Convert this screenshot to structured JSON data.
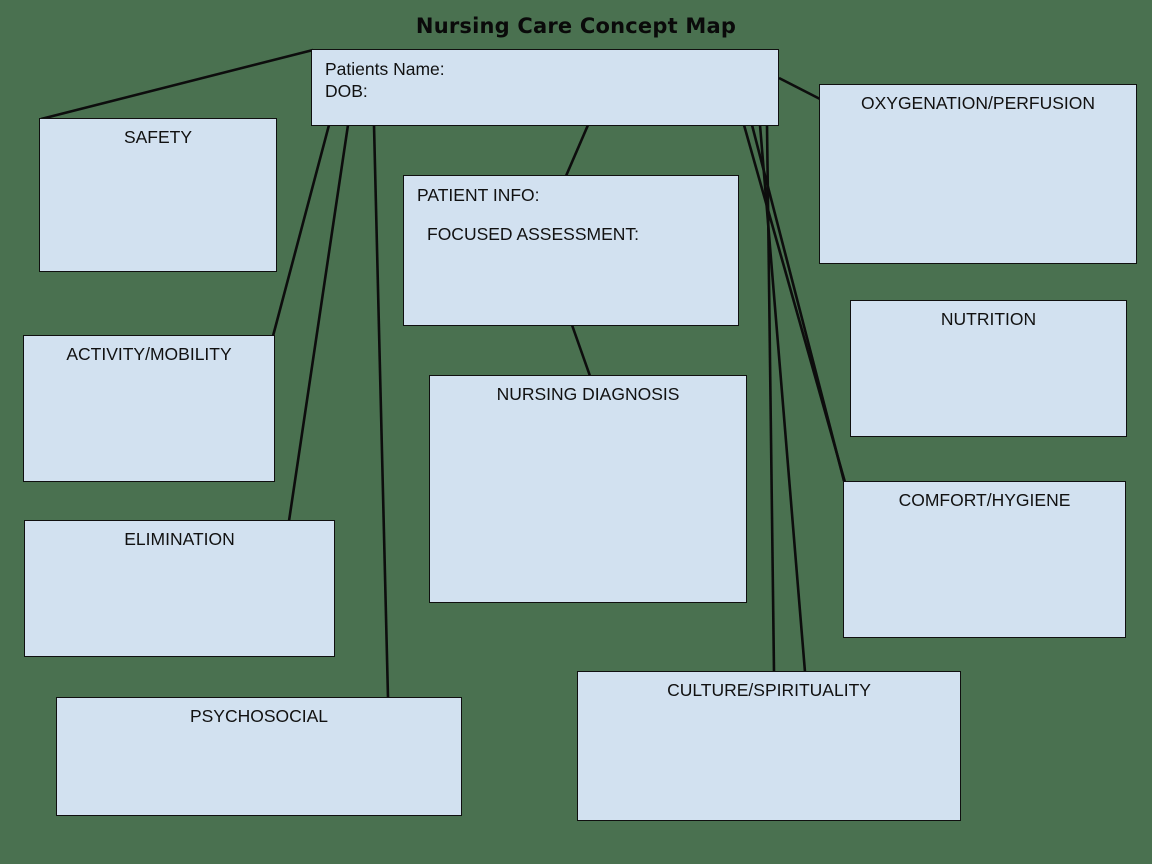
{
  "title": "Nursing Care Concept Map",
  "colors": {
    "background": "#4a7150",
    "node_fill": "#d2e1f0",
    "node_border": "#101010",
    "text": "#111111",
    "connector": "#0d0d0d"
  },
  "nodes": {
    "patient_header": {
      "line1": "Patients Name:",
      "line2": "DOB:"
    },
    "patient_info": {
      "line1": "PATIENT INFO:",
      "line2": "FOCUSED ASSESSMENT:"
    },
    "safety": {
      "label": "SAFETY"
    },
    "activity_mobility": {
      "label": "ACTIVITY/MOBILITY"
    },
    "elimination": {
      "label": "ELIMINATION"
    },
    "psychosocial": {
      "label": "PSYCHOSOCIAL"
    },
    "oxygenation_perfusion": {
      "label": "OXYGENATION/PERFUSION"
    },
    "nutrition": {
      "label": "NUTRITION"
    },
    "comfort_hygiene": {
      "label": "COMFORT/HYGIENE"
    },
    "culture_spirituality": {
      "label": "CULTURE/SPIRITUALITY"
    },
    "nursing_diagnosis": {
      "label": "NURSING DIAGNOSIS"
    }
  },
  "diagram": {
    "type": "concept-map",
    "node_count": 11,
    "connector_count": 11,
    "connections": [
      {
        "from": "patient_header",
        "to": "safety"
      },
      {
        "from": "patient_header",
        "to": "activity_mobility"
      },
      {
        "from": "patient_header",
        "to": "elimination"
      },
      {
        "from": "patient_header",
        "to": "psychosocial"
      },
      {
        "from": "patient_header",
        "to": "patient_info"
      },
      {
        "from": "patient_header",
        "to": "oxygenation_perfusion"
      },
      {
        "from": "patient_header",
        "to": "nutrition"
      },
      {
        "from": "patient_header",
        "to": "comfort_hygiene"
      },
      {
        "from": "patient_header",
        "to": "culture_spirituality"
      },
      {
        "from": "patient_info",
        "to": "nursing_diagnosis"
      }
    ]
  }
}
